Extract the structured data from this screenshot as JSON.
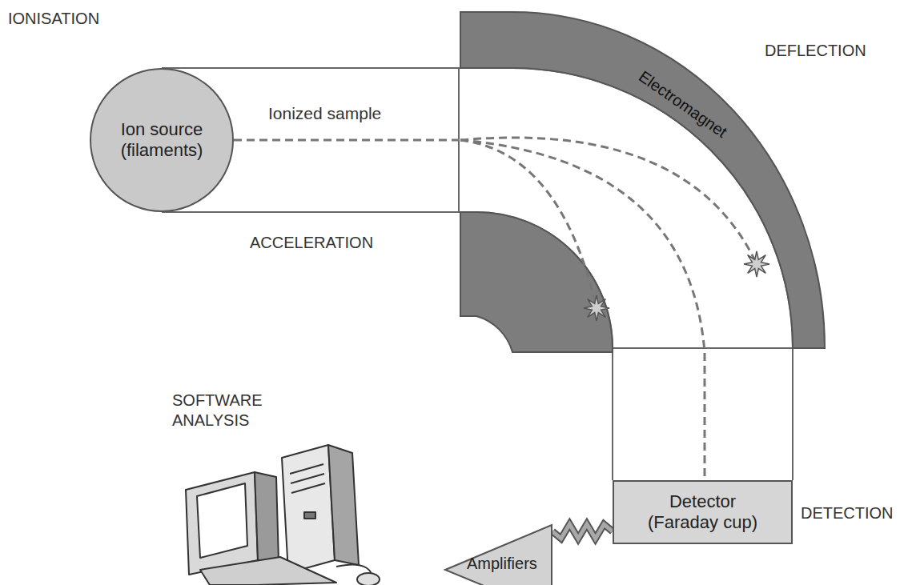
{
  "diagram": {
    "nodes": [
      {
        "text": [
          "Ion source (filaments)"
        ]
      },
      {
        "text": [
          "Electromagnet"
        ]
      },
      {
        "text": [
          "Detector (Faraday cup)"
        ]
      },
      {
        "text": [
          "Amplifiers"
        ]
      }
    ],
    "edges": [
      {
        "from": 2,
        "to": 3,
        "arrow": "none"
      }
    ],
    "labels": [
      "IONISATION",
      "Ionized sample",
      "ACCELERATION",
      "DEFLECTION",
      "DETECTION",
      "SOFTWARE ANALYSIS"
    ]
  }
}
